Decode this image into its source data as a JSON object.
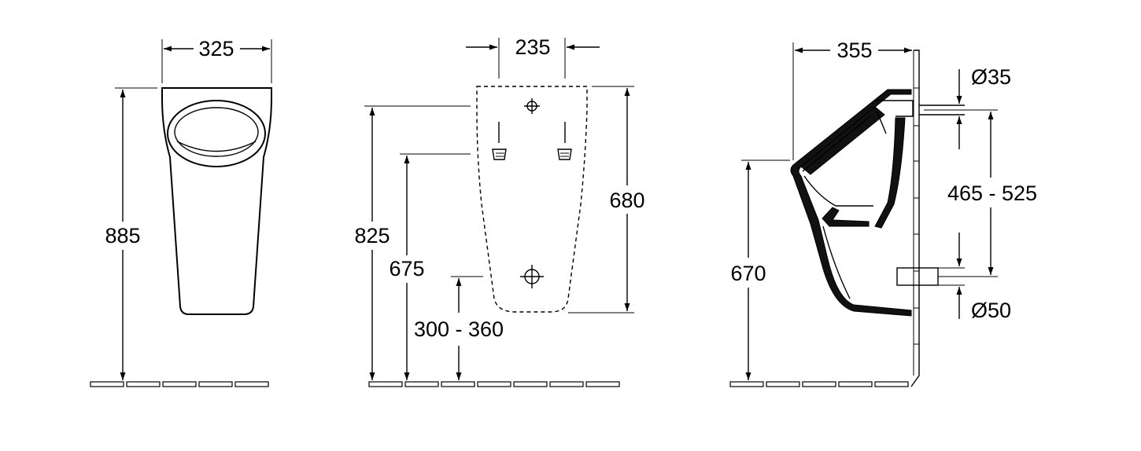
{
  "front_view": {
    "width_label": "325",
    "height_label": "885"
  },
  "rear_view": {
    "hole_spacing_label": "235",
    "total_height_label": "825",
    "back_height_label": "680",
    "inlet_height_label": "675",
    "outlet_height_label": "300 - 360"
  },
  "side_view": {
    "depth_label": "355",
    "rim_height_label": "670",
    "inlet_dia_label": "Ø35",
    "outlet_dia_label": "Ø50",
    "connection_distance_label": "465 - 525"
  }
}
